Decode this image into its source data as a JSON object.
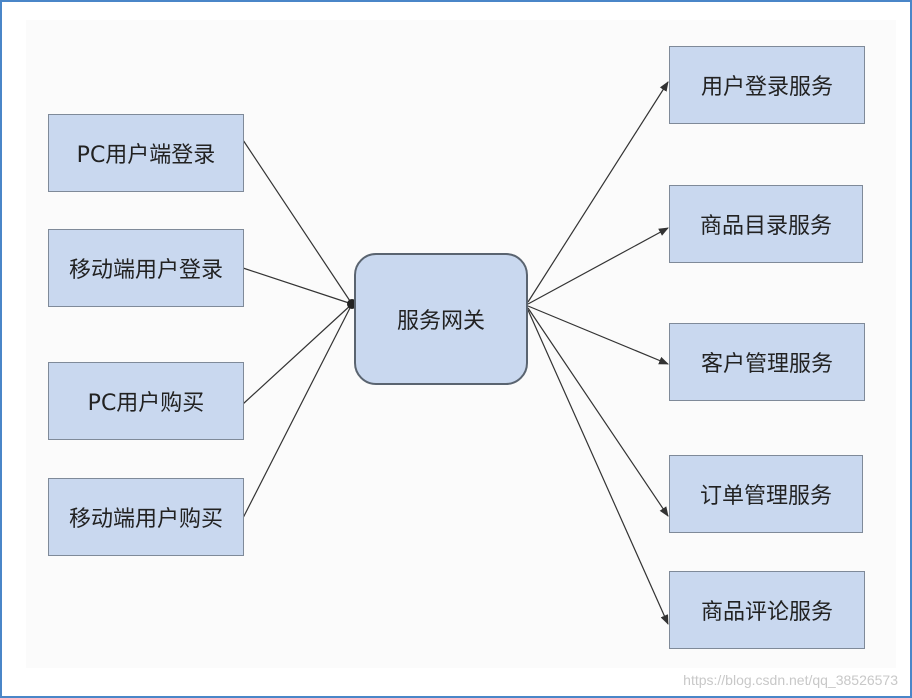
{
  "diagram": {
    "clients": [
      {
        "id": "pc-login",
        "label": "PC用户端登录"
      },
      {
        "id": "mobile-login",
        "label": "移动端用户登录"
      },
      {
        "id": "pc-buy",
        "label": "PC用户购买"
      },
      {
        "id": "mobile-buy",
        "label": "移动端用户购买"
      }
    ],
    "gateway": {
      "label": "服务网关"
    },
    "services": [
      {
        "id": "user-login",
        "label": "用户登录服务"
      },
      {
        "id": "catalog",
        "label": "商品目录服务"
      },
      {
        "id": "customer",
        "label": "客户管理服务"
      },
      {
        "id": "order",
        "label": "订单管理服务"
      },
      {
        "id": "review",
        "label": "商品评论服务"
      }
    ],
    "edges": [
      {
        "from": "pc-login",
        "to": "gateway"
      },
      {
        "from": "mobile-login",
        "to": "gateway"
      },
      {
        "from": "pc-buy",
        "to": "gateway"
      },
      {
        "from": "mobile-buy",
        "to": "gateway"
      },
      {
        "from": "gateway",
        "to": "user-login"
      },
      {
        "from": "gateway",
        "to": "catalog"
      },
      {
        "from": "gateway",
        "to": "customer"
      },
      {
        "from": "gateway",
        "to": "order"
      },
      {
        "from": "gateway",
        "to": "review"
      }
    ],
    "colors": {
      "node_fill": "#c9d8ef",
      "node_border": "#7f8a99",
      "edge": "#333333",
      "frame": "#4a86c8"
    }
  },
  "watermark": "https://blog.csdn.net/qq_38526573"
}
